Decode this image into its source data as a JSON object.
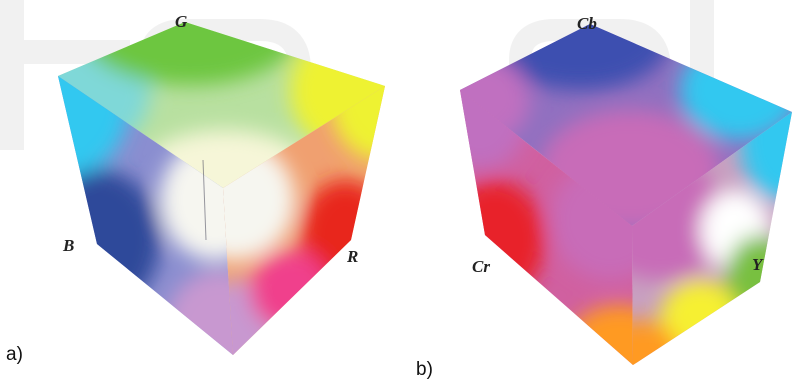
{
  "figure": {
    "panel_a": {
      "tag": "a)",
      "axis_labels": {
        "g": "G",
        "b": "B",
        "r": "R"
      },
      "face_colors": {
        "top": [
          "#7fd8d8",
          "#6dc640",
          "#eef233",
          "#f6f6d8"
        ],
        "left": [
          "#7fd8d8",
          "#f6f6d8",
          "#c898d0",
          "#2e4a9a"
        ],
        "right": [
          "#f6f6d8",
          "#eef233",
          "#e8261c",
          "#c898d0"
        ]
      }
    },
    "panel_b": {
      "tag": "b)",
      "axis_labels": {
        "cb": "Cb",
        "cr": "Cr",
        "y": "Y"
      },
      "face_colors": {
        "top": [
          "#3c4fb0",
          "#30c8f0",
          "#c86cb8",
          "#c070c0"
        ],
        "left": [
          "#c070c0",
          "#c86cb8",
          "#ff9a20",
          "#e8202c"
        ],
        "right": [
          "#c86cb8",
          "#30c8f0",
          "#78c040",
          "#ff9a20"
        ]
      }
    },
    "watermark_color": "#e6e6e6"
  }
}
